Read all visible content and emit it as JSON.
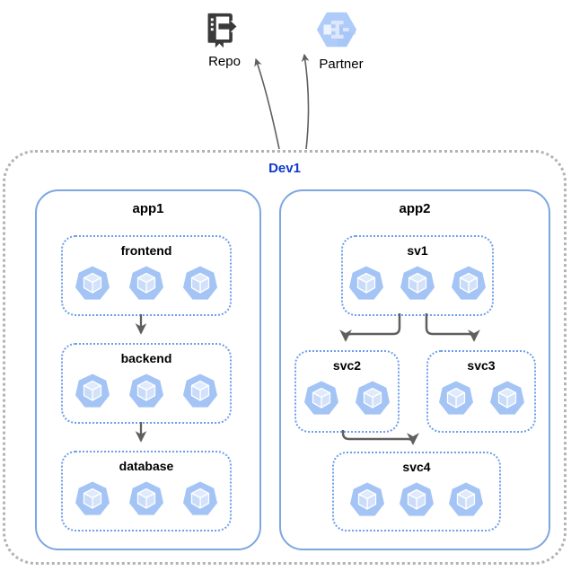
{
  "diagram": {
    "external_nodes": [
      {
        "id": "repo",
        "label": "Repo",
        "icon": "source-repository-icon"
      },
      {
        "id": "partner",
        "label": "Partner",
        "icon": "partner-interconnect-icon"
      }
    ],
    "environment": {
      "label": "Dev1",
      "apps": [
        {
          "label": "app1",
          "services": [
            {
              "label": "frontend",
              "pods": 3
            },
            {
              "label": "backend",
              "pods": 3
            },
            {
              "label": "database",
              "pods": 3
            }
          ]
        },
        {
          "label": "app2",
          "services": [
            {
              "label": "sv1",
              "pods": 3
            },
            {
              "label": "svc2",
              "pods": 2
            },
            {
              "label": "svc3",
              "pods": 2
            },
            {
              "label": "svc4",
              "pods": 3
            }
          ]
        }
      ]
    },
    "connections": [
      {
        "from": "Dev1",
        "to": "Repo"
      },
      {
        "from": "Dev1",
        "to": "Partner"
      },
      {
        "from": "frontend",
        "to": "backend"
      },
      {
        "from": "backend",
        "to": "database"
      },
      {
        "from": "sv1",
        "to": "svc2"
      },
      {
        "from": "sv1",
        "to": "svc3"
      },
      {
        "from": "svc2",
        "to": "svc4"
      }
    ],
    "colors": {
      "environment_border": "#b3b3b3",
      "environment_label": "#1139c9",
      "app_border": "#7ea6e0",
      "service_border": "#6d9eeb",
      "pod_fill": "#a3c4f5",
      "arrow": "#5f5f5f",
      "repo_icon": "#3a3a3a",
      "partner_hexagon": "#aecbfa"
    }
  }
}
